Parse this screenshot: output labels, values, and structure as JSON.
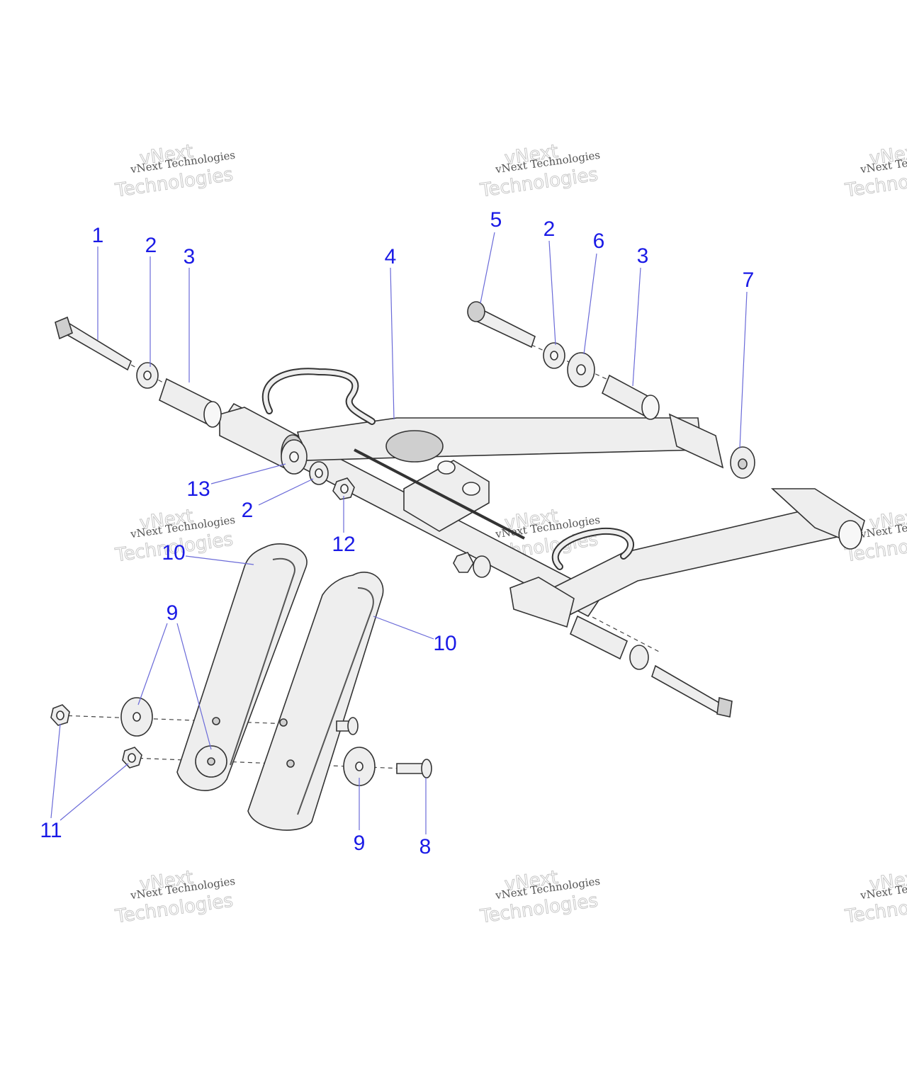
{
  "callouts": [
    {
      "id": "c1",
      "label": "1"
    },
    {
      "id": "c2a",
      "label": "2"
    },
    {
      "id": "c3a",
      "label": "3"
    },
    {
      "id": "c4",
      "label": "4"
    },
    {
      "id": "c5",
      "label": "5"
    },
    {
      "id": "c2b",
      "label": "2"
    },
    {
      "id": "c6",
      "label": "6"
    },
    {
      "id": "c3b",
      "label": "3"
    },
    {
      "id": "c7",
      "label": "7"
    },
    {
      "id": "c13",
      "label": "13"
    },
    {
      "id": "c2c",
      "label": "2"
    },
    {
      "id": "c12",
      "label": "12"
    },
    {
      "id": "c10a",
      "label": "10"
    },
    {
      "id": "c10b",
      "label": "10"
    },
    {
      "id": "c9a",
      "label": "9"
    },
    {
      "id": "c9b",
      "label": "9"
    },
    {
      "id": "c11",
      "label": "11"
    },
    {
      "id": "c8",
      "label": "8"
    }
  ],
  "watermark": {
    "line1": "vNext Technologies",
    "line2a": "vNext",
    "line2b": "Technologies"
  },
  "colors": {
    "callout": "#1a1ae6",
    "leader": "#6a6ad8",
    "part_fill": "#eeeeee",
    "outline": "#333333"
  }
}
